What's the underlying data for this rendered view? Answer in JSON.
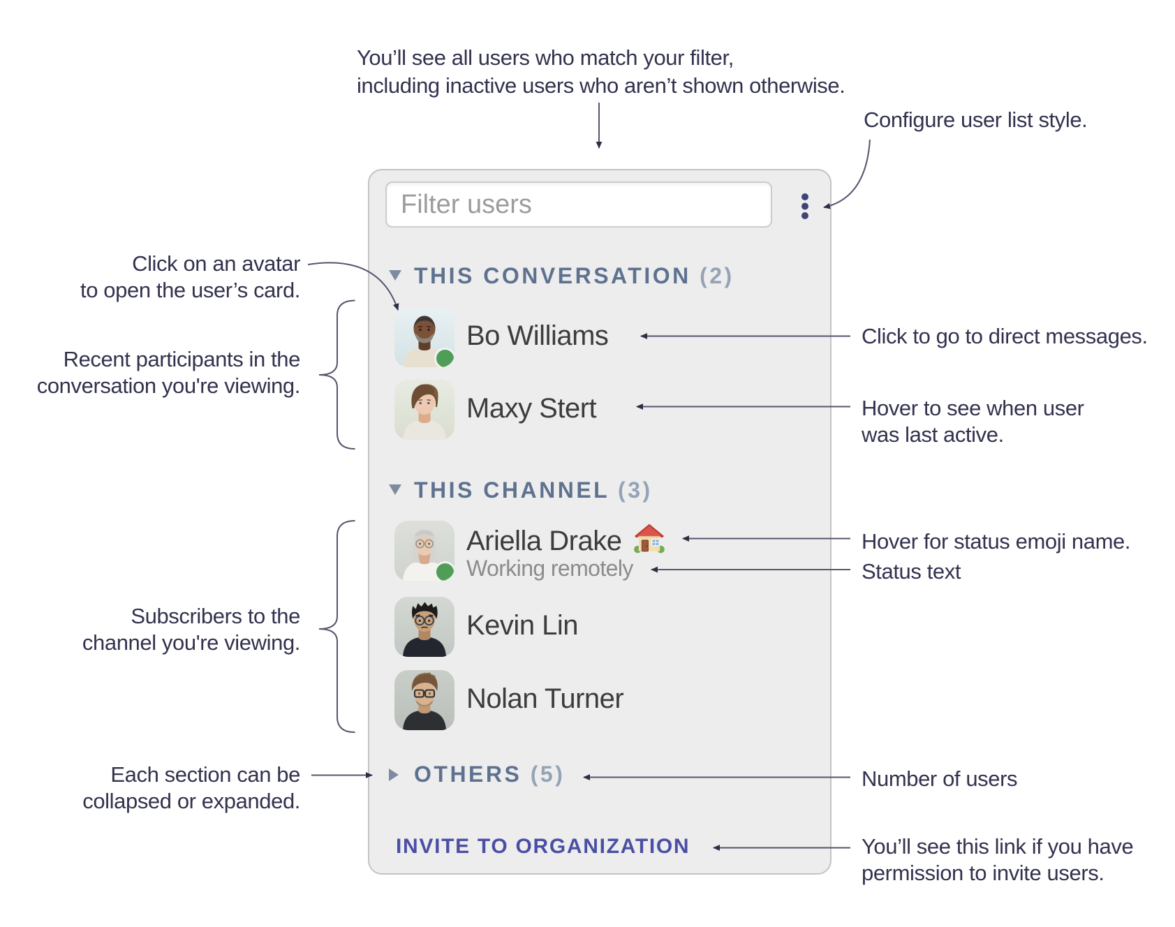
{
  "annotations": {
    "filter_note": {
      "line1": "You’ll see all users who match your filter,",
      "line2": "including inactive users who aren’t shown otherwise."
    },
    "configure": "Configure user list style.",
    "click_avatar": {
      "line1": "Click on an avatar",
      "line2": "to open the user’s card."
    },
    "recent_participants": {
      "line1": "Recent participants in the",
      "line2": "conversation you're viewing."
    },
    "subscribers": {
      "line1": "Subscribers to the",
      "line2": "channel you're viewing."
    },
    "each_section": {
      "line1": "Each section can be",
      "line2": "collapsed or expanded."
    },
    "direct_messages": "Click to go to direct messages.",
    "last_active": {
      "line1": "Hover to see when user",
      "line2": "was last active."
    },
    "status_emoji": "Hover for status emoji name.",
    "status_text": "Status text",
    "number_of_users": "Number of users",
    "invite_note": {
      "line1": "You’ll see this link if you have",
      "line2": "permission to invite users."
    }
  },
  "panel": {
    "filter": {
      "placeholder": "Filter users"
    },
    "menu_icon": "kebab-vertical-dots",
    "sections": [
      {
        "title": "THIS CONVERSATION",
        "count": "(2)",
        "collapsed": false,
        "users": [
          {
            "name": "Bo Williams",
            "online": true
          },
          {
            "name": "Maxy Stert",
            "online": false
          }
        ]
      },
      {
        "title": "THIS CHANNEL",
        "count": "(3)",
        "collapsed": false,
        "users": [
          {
            "name": "Ariella Drake",
            "online": true,
            "status_emoji": "house",
            "status_text": "Working remotely"
          },
          {
            "name": "Kevin Lin",
            "online": false
          },
          {
            "name": "Nolan Turner",
            "online": false
          }
        ]
      },
      {
        "title": "OTHERS",
        "count": "(5)",
        "collapsed": true,
        "users": []
      }
    ],
    "invite_link": "INVITE TO ORGANIZATION"
  },
  "colors": {
    "panel_bg": "#ededed",
    "panel_border": "#c4c4c4",
    "section_header": "#5e7290",
    "section_count": "#95a3b7",
    "name_text": "#3c3c3c",
    "status_text": "#8b8b8b",
    "invite_link": "#4b4fa3",
    "annotation_text": "#32324e",
    "presence_online": "#4f9d57",
    "kebab_icon": "#3f4377"
  }
}
